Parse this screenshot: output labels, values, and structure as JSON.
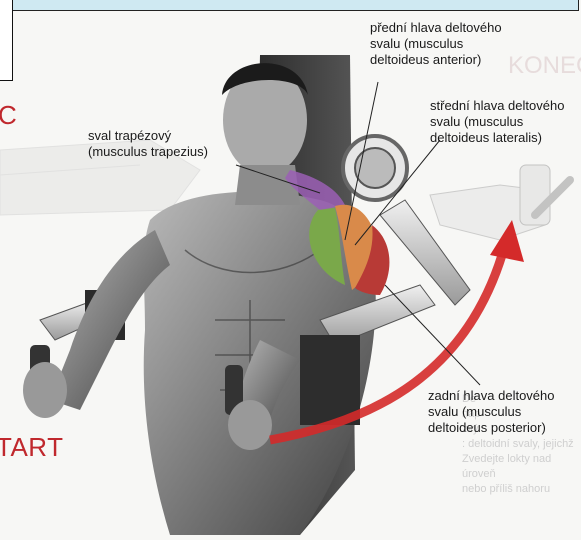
{
  "labels": {
    "anterior": "přední hlava deltového\nsvalu (musculus\ndeltoideus anterior)",
    "lateral": "střední hlava deltového\nsvalu (musculus\ndeltoideus lateralis)",
    "trapezius": "sval trapézový\n(musculus trapezius)",
    "posterior": "zadní hlava deltového\nsvalu (musculus\ndeltoideus posterior)"
  },
  "edge_text": {
    "left_c": "C",
    "start": "TART",
    "konec": "KONEC"
  },
  "background_text": {
    "right_block": "De\nnap\nzvý\n: deltoidní svaly, jejichž\nZvedejte lokty nad úroveň\nnebo příliš nahoru"
  },
  "colors": {
    "arrow": "#d42a2a",
    "accent_red": "#c0282d",
    "muscle_green": "#7aa84a",
    "muscle_orange": "#d98a4a",
    "muscle_red": "#b83a36",
    "muscle_purple": "#9b5fb5"
  }
}
